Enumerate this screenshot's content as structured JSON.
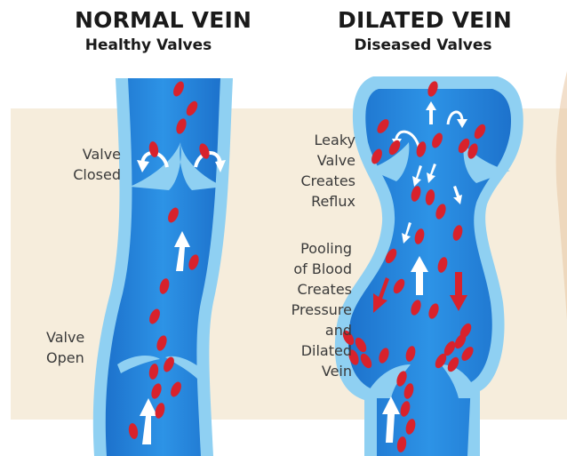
{
  "normal": {
    "title": "NORMAL VEIN",
    "subtitle": "Healthy Valves",
    "label_closed": "Valve\nClosed",
    "label_open": "Valve\nOpen"
  },
  "dilated": {
    "title": "DILATED VEIN",
    "subtitle": "Diseased Valves",
    "label_leaky": "Leaky\nValve\nCreates\nReflux",
    "label_pooling": "Pooling\nof Blood\nCreates\nPressure\nand\nDilated\nVein"
  },
  "colors": {
    "background_band": "#f6eddc",
    "vein_outer": "#8fd0f2",
    "vein_inner": "#2a8fe0",
    "vein_core": "#1b6ec6",
    "blood_cell": "#d8222c",
    "flow_arrow": "#ffffff",
    "reflux_arrow": "#d8222c"
  }
}
